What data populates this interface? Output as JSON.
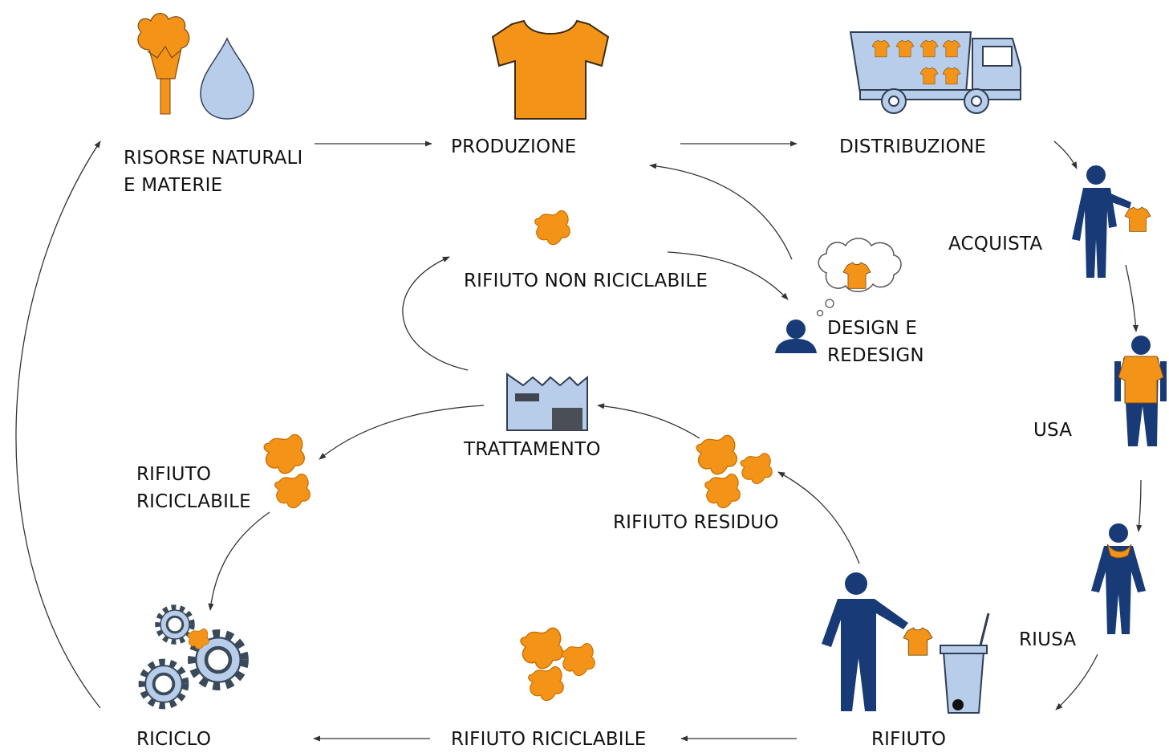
{
  "colors": {
    "orange": "#f39419",
    "orange_dark": "#c96e00",
    "navy": "#183b78",
    "light_blue": "#b7cde9",
    "outline": "#3a3a3a",
    "arrow": "#333333"
  },
  "icons": {
    "natural_resources": [
      "cotton-flower-icon",
      "water-drop-icon"
    ],
    "production": "tshirt-icon",
    "distribution": "truck-icon",
    "buy": "person-holding-shirt-icon",
    "use": "person-wearing-shirt-icon",
    "reuse": "person-wearing-scarf-icon",
    "waste": "person-throwing-shirt-in-bin-icon",
    "recycling": "gears-icon",
    "treatment": "factory-icon",
    "design": "designer-thinking-icon",
    "scraps": "fabric-scraps-icon"
  },
  "labels": {
    "natural_resources": [
      "RISORSE NATURALI",
      "E MATERIE"
    ],
    "production": "PRODUZIONE",
    "distribution": "DISTRIBUZIONE",
    "buy": "ACQUISTA",
    "use": "USA",
    "reuse": "RIUSA",
    "waste": "RIFIUTO",
    "recyclable_waste_bottom": "RIFIUTO RICICLABILE",
    "recycling": "RICICLO",
    "recyclable_waste_left": [
      "RIFIUTO",
      "RICICLABILE"
    ],
    "treatment": "TRATTAMENTO",
    "residual_waste": "RIFIUTO RESIDUO",
    "non_recyclable_waste": "RIFIUTO NON RICICLABILE",
    "design": [
      "DESIGN E",
      "REDESIGN"
    ]
  }
}
